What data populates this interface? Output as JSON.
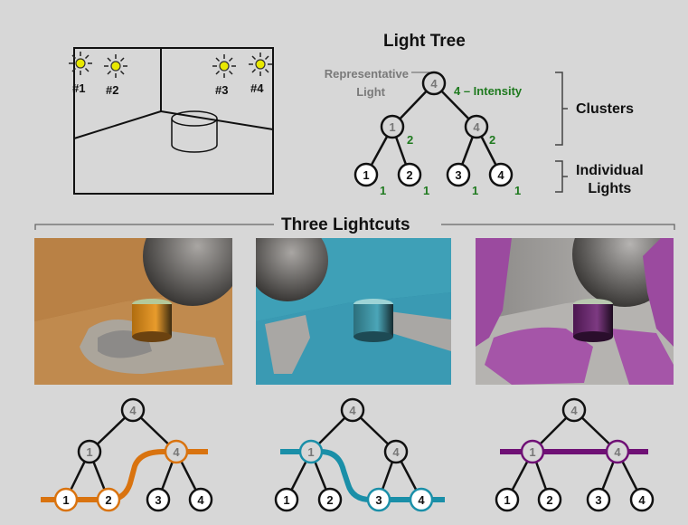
{
  "light_tree": {
    "title": "Light Tree",
    "representative_line1": "Representative",
    "representative_line2": "Light",
    "intensity_label": "4 – Intensity",
    "clusters_label": "Clusters",
    "individual_line1": "Individual",
    "individual_line2": "Lights",
    "root": "4",
    "level1": [
      "1",
      "4"
    ],
    "level1_intensity": [
      "2",
      "2"
    ],
    "leaves": [
      "1",
      "2",
      "3",
      "4"
    ],
    "leaf_intensity": [
      "1",
      "1",
      "1",
      "1"
    ]
  },
  "scene": {
    "light_labels": [
      "#1",
      "#2",
      "#3",
      "#4"
    ]
  },
  "lightcuts": {
    "title": "Three Lightcuts",
    "colors": [
      "#d9730f",
      "#1a8fa8",
      "#6f1075"
    ],
    "trees": [
      {
        "root": "4",
        "level1": [
          "1",
          "4"
        ],
        "leaves": [
          "1",
          "2",
          "3",
          "4"
        ]
      },
      {
        "root": "4",
        "level1": [
          "1",
          "4"
        ],
        "leaves": [
          "1",
          "2",
          "3",
          "4"
        ]
      },
      {
        "root": "4",
        "level1": [
          "1",
          "4"
        ],
        "leaves": [
          "1",
          "2",
          "3",
          "4"
        ]
      }
    ]
  }
}
